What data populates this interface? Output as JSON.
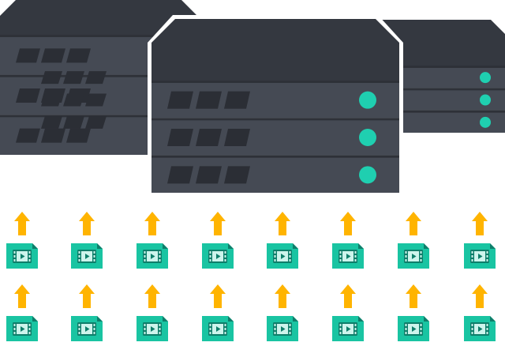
{
  "scene": {
    "description_free": true,
    "servers": [
      {
        "id": "left",
        "units": 3,
        "has_leds": false
      },
      {
        "id": "center",
        "units": 3,
        "has_leds": true
      },
      {
        "id": "right",
        "units": 3,
        "has_leds": true
      }
    ],
    "upload_grid": {
      "rows": 2,
      "columns": 8,
      "item_icon": "video-file-icon",
      "arrow_icon": "upload-arrow-icon"
    }
  },
  "colors": {
    "background": "#ffffff",
    "server_body": "#454a54",
    "server_top": "#343840",
    "server_divider": "#2e3138",
    "vent": "#2b2e35",
    "led": "#1fcfb0",
    "file_body": "#19c4a2",
    "file_dark": "#0e7e6a",
    "file_inner": "#cdf4ec",
    "arrow": "#ffb400"
  }
}
